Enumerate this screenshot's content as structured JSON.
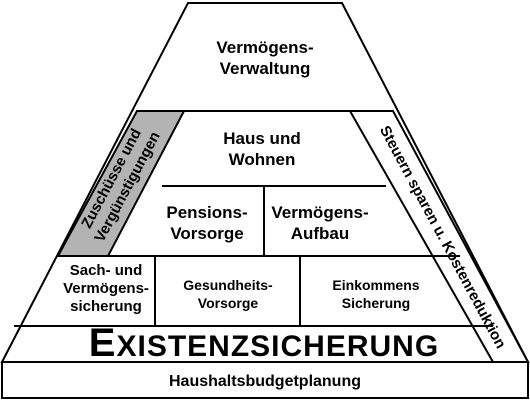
{
  "pyramid": {
    "top": [
      "Vermögens-",
      "Verwaltung"
    ],
    "middle": [
      "Haus und",
      "Wohnen"
    ],
    "level3_left": [
      "Pensions-",
      "Vorsorge"
    ],
    "level3_right": [
      "Vermögens-",
      "Aufbau"
    ],
    "level4_left": [
      "Sach- und",
      "Vermögens-",
      "sicherung"
    ],
    "level4_center": [
      "Gesundheits-",
      "Vorsorge"
    ],
    "level4_right": [
      "Einkommens",
      "Sicherung"
    ],
    "foundation_initial": "E",
    "foundation_rest": "XISTENZSICHERUNG",
    "base": "Haushaltsbudgetplanung"
  },
  "side_bands": {
    "left": [
      "Zuschüsse und",
      "Vergünstigungen"
    ],
    "right": "Steuern sparen u. Kostenreduktion"
  },
  "colors": {
    "stroke": "#000000",
    "fill": "#ffffff",
    "left_band_fill": "#b3b3b3"
  }
}
